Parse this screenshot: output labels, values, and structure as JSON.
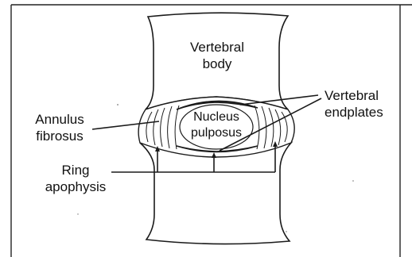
{
  "labels": {
    "vertebral_body": [
      "Vertebral",
      "body"
    ],
    "vertebral_endplates": [
      "Vertebral",
      "endplates"
    ],
    "annulus_fibrosus": [
      "Annulus",
      "fibrosus"
    ],
    "nucleus_pulposus": [
      "Nucleus",
      "pulposus"
    ],
    "ring_apophysis": [
      "Ring",
      "apophysis"
    ]
  },
  "colors": {
    "line": "#1a1a1a",
    "paper": "#ffffff",
    "endplate": "#3a3a3a"
  }
}
